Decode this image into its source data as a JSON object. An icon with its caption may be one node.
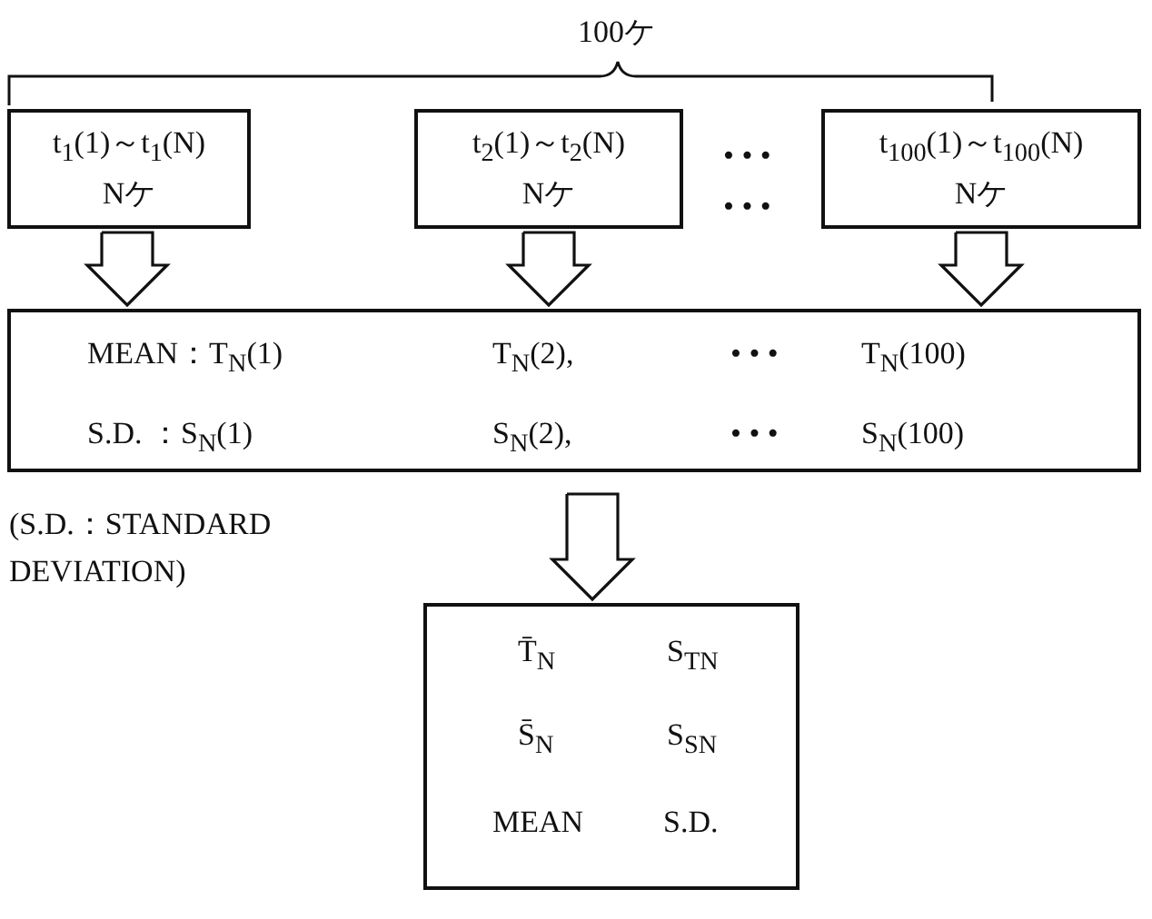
{
  "diagram": {
    "nodes": [
      {
        "text": [
          "t$_{1}$(1)～t$_{1}$(N)",
          "Nケ"
        ]
      },
      {
        "text": [
          "t$_{2}$(1)～t$_{2}$(N)",
          "Nケ"
        ]
      },
      {
        "text": [
          "t$_{100}$(1)～t$_{100}$(N)",
          "Nケ"
        ]
      },
      {
        "text": [
          "MEAN：T$_{N}$(1)",
          "T$_{N}$(2),",
          "• • •",
          "T$_{N}$(100)",
          "S.D. ：S$_{N}$(1)",
          "S$_{N}$(2),",
          "• • •",
          "S$_{N}$(100)"
        ]
      },
      {
        "text": [
          "T̄$_{N}$",
          "S$_{TN}$",
          "S̄$_{N}$",
          "S$_{SN}$",
          "MEAN",
          "S.D."
        ]
      }
    ],
    "edges": [
      {
        "from": 0,
        "to": 3,
        "arrow": "to"
      },
      {
        "from": 1,
        "to": 3,
        "arrow": "to"
      },
      {
        "from": 2,
        "to": 3,
        "arrow": "to"
      },
      {
        "from": 3,
        "to": 4,
        "arrow": "to"
      }
    ],
    "labels": [
      "100ケ",
      "• • •",
      "• • •",
      "(S.D.：STANDARD DEVIATION)"
    ]
  }
}
